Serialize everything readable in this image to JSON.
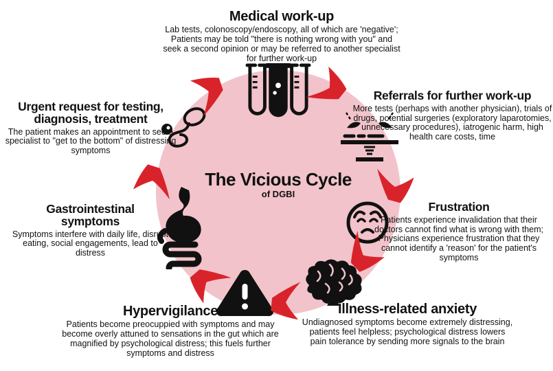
{
  "center": {
    "title": "The Vicious Cycle",
    "subtitle": "of DGBI"
  },
  "stages": [
    {
      "id": "medical-workup",
      "title": "Medical work-up",
      "description": "Lab tests, colonoscopy/endoscopy, all of which are 'negative'; Patients may be told \"there is nothing wrong with you\" and seek a second opinion or may be referred to another specialist for further work-up",
      "icon": "test-tubes-icon"
    },
    {
      "id": "referrals",
      "title": "Referrals for further work-up",
      "description": "More tests (perhaps with another physician), trials of drugs, potential surgeries (exploratory laparotomies, unnecessary procedures), iatrogenic harm, high health care costs, time",
      "icon": "operating-table-icon"
    },
    {
      "id": "frustration",
      "title": "Frustration",
      "description": "Patients experience invalidation that their doctors cannot find what is wrong with them; Physicians experience frustration that they cannot identify a 'reason' for the patient's symptoms",
      "icon": "sad-face-icon"
    },
    {
      "id": "illness-related-anxiety",
      "title": "Illness-related anxiety",
      "description": "Undiagnosed symptoms become extremely distressing, patients feel helpless; psychological distress lowers pain tolerance by sending more signals to the brain",
      "icon": "brain-icon"
    },
    {
      "id": "hypervigilance",
      "title": "Hypervigilance",
      "description": "Patients become preocuppied with symptoms and may become overly attuned to sensations in the gut which are magnified by psychological distress; this fuels further symptoms and distress",
      "icon": "warning-triangle-icon"
    },
    {
      "id": "gastrointestinal-symptoms",
      "title": "Gastrointestinal\nsymptoms",
      "description": "Symptoms interfere with daily life, disrupt eating, social engagements, lead to distress",
      "icon": "gi-tract-icon"
    },
    {
      "id": "urgent-request",
      "title": "Urgent request for testing,\ndiagnosis, treatment",
      "description": "The patient makes an appointment to see a specialist to \"get to the bottom\" of distressing symptoms",
      "icon": "stethoscope-icon"
    }
  ],
  "colors": {
    "circle": "#f2c3ca",
    "arrow": "#d9232b",
    "ink": "#111111",
    "background": "#ffffff"
  }
}
